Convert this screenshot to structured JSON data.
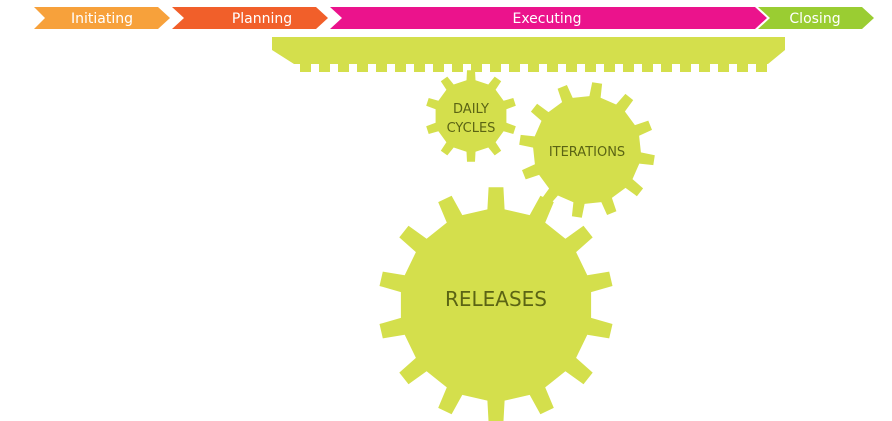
{
  "phases": [
    {
      "label": "Initiating",
      "color": "#f7a13b"
    },
    {
      "label": "Planning",
      "color": "#f15f2a"
    },
    {
      "label": "Executing",
      "color": "#eb138c"
    },
    {
      "label": "Closing",
      "color": "#9acd32"
    }
  ],
  "gears": {
    "daily_cycles": {
      "line1": "DAILY",
      "line2": "CYCLES"
    },
    "iterations": {
      "label": "ITERATIONS"
    },
    "releases": {
      "label": "RELEASES"
    }
  },
  "colors": {
    "gear_fill": "#d4df4c",
    "gear_text": "#5b6414",
    "rack_fill": "#d4df4c"
  }
}
